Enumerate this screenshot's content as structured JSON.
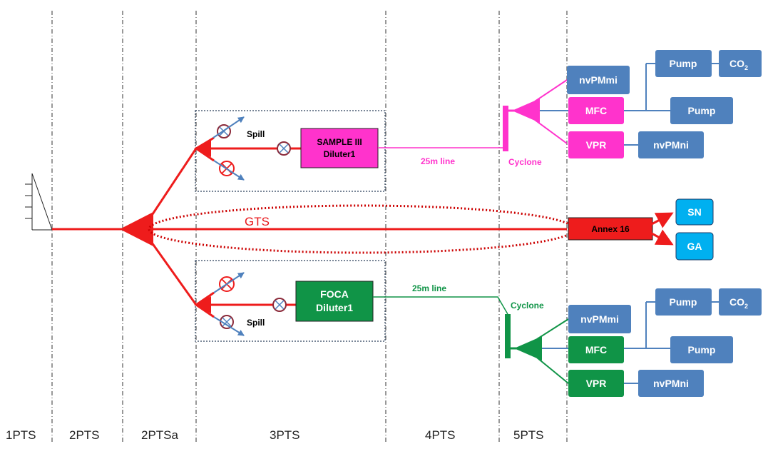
{
  "colors": {
    "red": "#ee1c1c",
    "magenta": "#ff33cc",
    "green": "#109447",
    "blue": "#4f81bd",
    "lightblue": "#00b0f0",
    "grey_dashed": "#4d5f75"
  },
  "sections": [
    "1PTS",
    "2PTS",
    "2PTSa",
    "3PTS",
    "4PTS",
    "5PTS"
  ],
  "gts_label": "GTS",
  "spill_label": "Spill",
  "top_branch": {
    "diluter_line1": "SAMPLE III",
    "diluter_line2": "Diluter1",
    "line_label": "25m line",
    "cyclone_label": "Cyclone",
    "nvpmmi": "nvPMmi",
    "mfc": "MFC",
    "vpr": "VPR",
    "nvpmni": "nvPMni",
    "pump1": "Pump",
    "co2_base": "CO",
    "co2_sub": "2",
    "pump2": "Pump"
  },
  "bottom_branch": {
    "diluter_line1": "FOCA",
    "diluter_line2": "Diluter1",
    "line_label": "25m line",
    "cyclone_label": "Cyclone",
    "nvpmmi": "nvPMmi",
    "mfc": "MFC",
    "vpr": "VPR",
    "nvpmni": "nvPMni",
    "pump1": "Pump",
    "co2_base": "CO",
    "co2_sub": "2",
    "pump2": "Pump"
  },
  "annex": {
    "label": "Annex 16",
    "sn": "SN",
    "ga": "GA"
  }
}
